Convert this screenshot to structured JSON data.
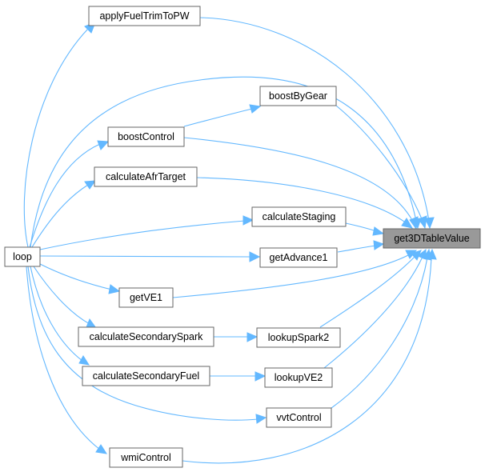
{
  "diagram": {
    "type": "call-graph",
    "focus_node": "get3DTableValue",
    "nodes": {
      "loop": "loop",
      "applyFuelTrimToPW": "applyFuelTrimToPW",
      "boostByGear": "boostByGear",
      "boostControl": "boostControl",
      "calculateAfrTarget": "calculateAfrTarget",
      "calculateStaging": "calculateStaging",
      "get3DTableValue": "get3DTableValue",
      "getAdvance1": "getAdvance1",
      "getVE1": "getVE1",
      "calculateSecondarySpark": "calculateSecondarySpark",
      "lookupSpark2": "lookupSpark2",
      "calculateSecondaryFuel": "calculateSecondaryFuel",
      "lookupVE2": "lookupVE2",
      "vvtControl": "vvtControl",
      "wmiControl": "wmiControl"
    },
    "edges": [
      {
        "from": "loop",
        "to": "applyFuelTrimToPW"
      },
      {
        "from": "loop",
        "to": "get3DTableValue"
      },
      {
        "from": "loop",
        "to": "boostControl"
      },
      {
        "from": "loop",
        "to": "calculateAfrTarget"
      },
      {
        "from": "loop",
        "to": "calculateStaging"
      },
      {
        "from": "loop",
        "to": "getAdvance1"
      },
      {
        "from": "loop",
        "to": "getVE1"
      },
      {
        "from": "loop",
        "to": "calculateSecondarySpark"
      },
      {
        "from": "loop",
        "to": "calculateSecondaryFuel"
      },
      {
        "from": "loop",
        "to": "vvtControl"
      },
      {
        "from": "loop",
        "to": "wmiControl"
      },
      {
        "from": "applyFuelTrimToPW",
        "to": "get3DTableValue"
      },
      {
        "from": "boostControl",
        "to": "boostByGear"
      },
      {
        "from": "boostControl",
        "to": "get3DTableValue"
      },
      {
        "from": "boostByGear",
        "to": "get3DTableValue"
      },
      {
        "from": "calculateAfrTarget",
        "to": "get3DTableValue"
      },
      {
        "from": "calculateStaging",
        "to": "get3DTableValue"
      },
      {
        "from": "getAdvance1",
        "to": "get3DTableValue"
      },
      {
        "from": "getVE1",
        "to": "get3DTableValue"
      },
      {
        "from": "calculateSecondarySpark",
        "to": "lookupSpark2"
      },
      {
        "from": "lookupSpark2",
        "to": "get3DTableValue"
      },
      {
        "from": "calculateSecondaryFuel",
        "to": "lookupVE2"
      },
      {
        "from": "lookupVE2",
        "to": "get3DTableValue"
      },
      {
        "from": "vvtControl",
        "to": "get3DTableValue"
      },
      {
        "from": "wmiControl",
        "to": "get3DTableValue"
      }
    ],
    "colors": {
      "edge": "#63b8ff",
      "node_border": "#666666",
      "node_fill": "#ffffff",
      "focus_fill": "#999999"
    }
  }
}
